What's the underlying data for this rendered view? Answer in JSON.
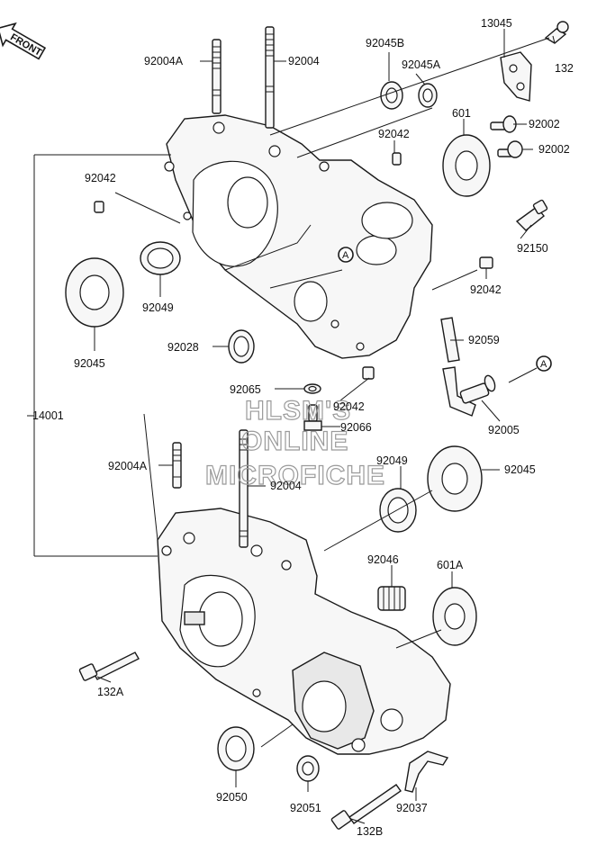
{
  "front_label": "FRONT",
  "ref_marker": "A",
  "watermark": [
    "HLSM'S",
    "ONLINE",
    "MICROFICHE"
  ],
  "parts": {
    "p13045": "13045",
    "p132": "132",
    "p92004A_top": "92004A",
    "p92004_top": "92004",
    "p92045B": "92045B",
    "p92045A": "92045A",
    "p601": "601",
    "p92002_a": "92002",
    "p92002_b": "92002",
    "p92042_tr": "92042",
    "p92042_l": "92042",
    "p92150": "92150",
    "p92042_r": "92042",
    "p92049_top": "92049",
    "p92045_left": "92045",
    "p92028": "92028",
    "p92059": "92059",
    "p92065": "92065",
    "p92042_mid": "92042",
    "p14001": "14001",
    "p92066": "92066",
    "p92005": "92005",
    "p92004A_bot": "92004A",
    "p92004_bot": "92004",
    "p92049_bot": "92049",
    "p92045_right": "92045",
    "p92046": "92046",
    "p601A": "601A",
    "p132A": "132A",
    "p92050": "92050",
    "p92051": "92051",
    "p92037": "92037",
    "p132B": "132B"
  }
}
